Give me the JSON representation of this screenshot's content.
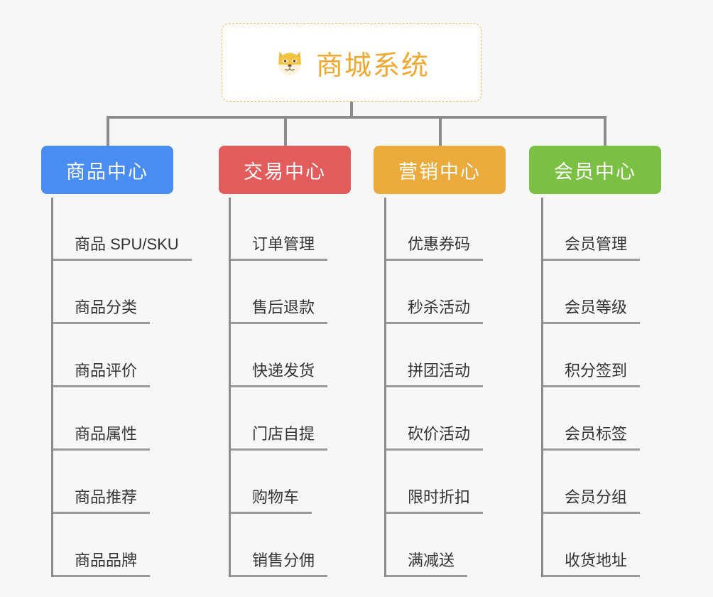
{
  "page": {
    "background_color": "#f7f7f7",
    "line_color": "#8c8c8c",
    "type": "mindmap"
  },
  "root": {
    "title": "商城系统",
    "icon": "shiba-dog-emoji",
    "icon_glyph": "🐕",
    "text_color": "#f0a830",
    "border_color": "#edb95e",
    "background_color": "#ffffff"
  },
  "branches": [
    {
      "label": "商品中心",
      "color": "#4a8df0",
      "items": [
        "商品 SPU/SKU",
        "商品分类",
        "商品评价",
        "商品属性",
        "商品推荐",
        "商品品牌"
      ]
    },
    {
      "label": "交易中心",
      "color": "#e25c5c",
      "items": [
        "订单管理",
        "售后退款",
        "快递发货",
        "门店自提",
        "购物车",
        "销售分佣"
      ]
    },
    {
      "label": "营销中心",
      "color": "#eaaa3c",
      "items": [
        "优惠券码",
        "秒杀活动",
        "拼团活动",
        "砍价活动",
        "限时折扣",
        "满减送"
      ]
    },
    {
      "label": "会员中心",
      "color": "#7ac143",
      "items": [
        "会员管理",
        "会员等级",
        "积分签到",
        "会员标签",
        "会员分组",
        "收货地址"
      ]
    }
  ]
}
